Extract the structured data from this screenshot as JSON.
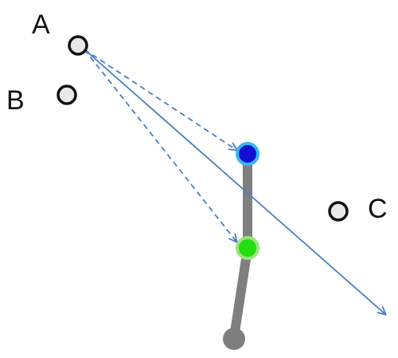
{
  "labels": {
    "a": "A",
    "b": "B",
    "c": "C"
  },
  "colors": {
    "arrow": "#4a7fc1",
    "limb": "#7f7f7f",
    "joint_top_fill": "#1010d0",
    "joint_top_ring": "#38b6f0",
    "joint_mid_fill": "#22dd11",
    "joint_mid_ring": "#9ee27a",
    "point_outline": "#111111",
    "point_fill": "#e8e8e8"
  }
}
